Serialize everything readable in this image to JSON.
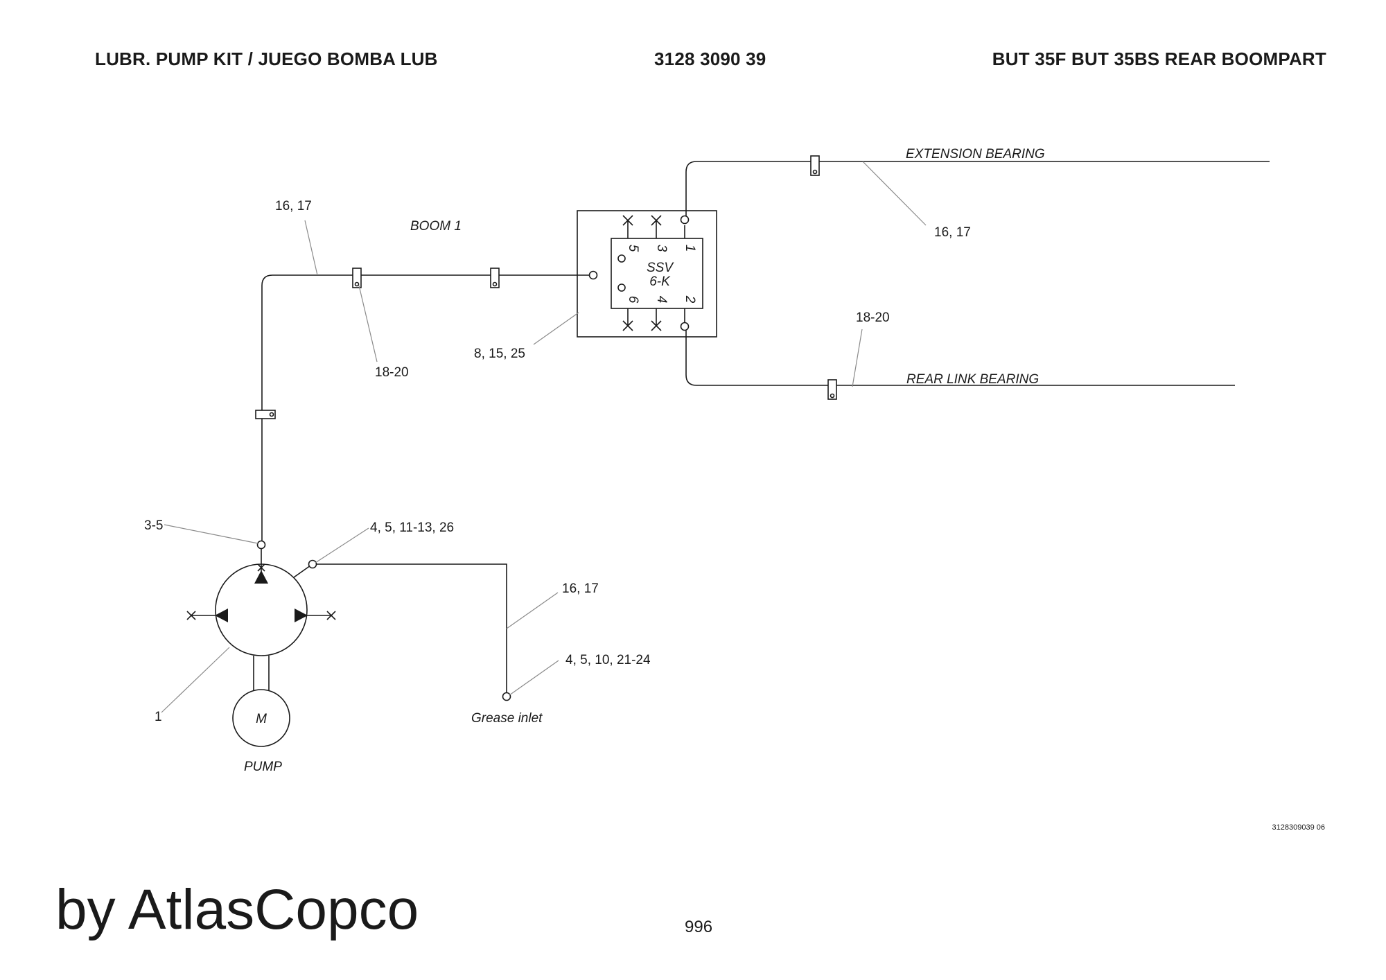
{
  "header": {
    "title": "LUBR. PUMP KIT / JUEGO BOMBA LUB",
    "part_number": "3128 3090 39",
    "model": "BUT 35F BUT 35BS REAR BOOMPART"
  },
  "diagram": {
    "labels": {
      "extension_bearing": "EXTENSION BEARING",
      "rear_link_bearing": "REAR LINK BEARING",
      "boom": "BOOM 1",
      "ssv_line1": "SSV",
      "ssv_line2": "6-K",
      "grease_inlet": "Grease inlet",
      "pump": "PUMP",
      "motor": "M"
    },
    "ports": [
      "5",
      "3",
      "1",
      "6",
      "4",
      "2"
    ],
    "callouts": {
      "c_16_17_top": "16, 17",
      "c_16_17_ext": "16, 17",
      "c_18_20_left": "18-20",
      "c_18_20_right": "18-20",
      "c_8_15_25": "8, 15, 25",
      "c_3_5": "3-5",
      "c_4_5_11_13_26": "4, 5, 11-13, 26",
      "c_16_17_lower": "16, 17",
      "c_4_5_10_21_24": "4, 5, 10, 21-24",
      "c_1": "1"
    }
  },
  "footer": {
    "drawing_number": "3128309039 06",
    "brand": "by AtlasCopco",
    "page_number": "996"
  }
}
